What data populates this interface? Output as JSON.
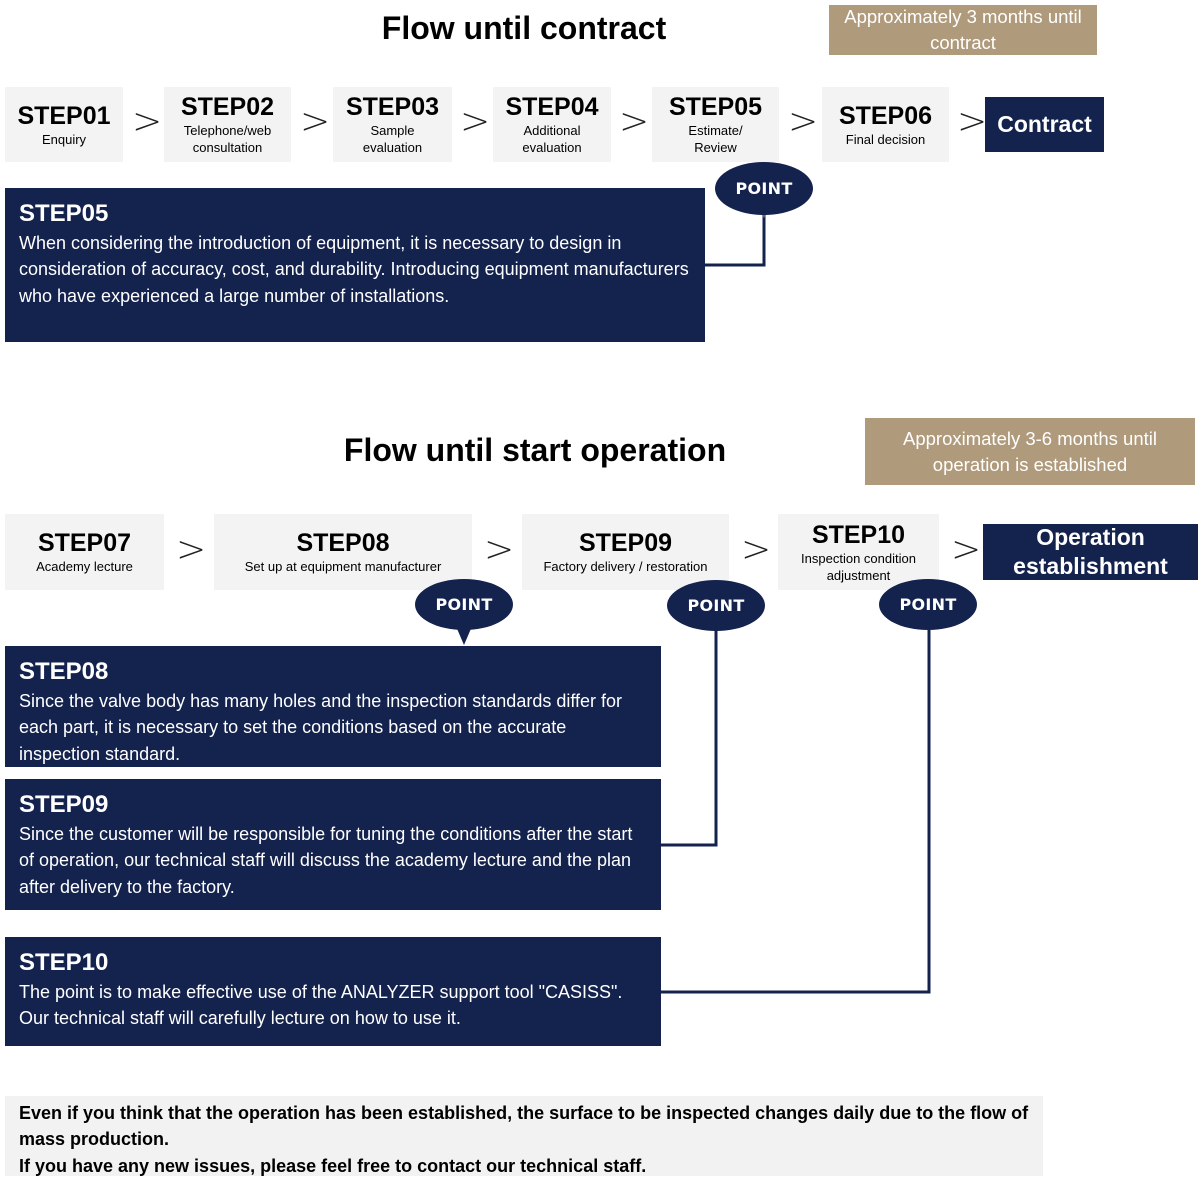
{
  "contract_flow": {
    "title": "Flow until contract",
    "duration": "Approximately 3 months until contract",
    "steps": [
      {
        "title": "STEP01",
        "subtitle": "Enquiry"
      },
      {
        "title": "STEP02",
        "subtitle": "Telephone/web consultation"
      },
      {
        "title": "STEP03",
        "subtitle": "Sample evaluation"
      },
      {
        "title": "STEP04",
        "subtitle": "Additional evaluation"
      },
      {
        "title": "STEP05",
        "subtitle": "Estimate/ Review"
      },
      {
        "title": "STEP06",
        "subtitle": "Final decision"
      }
    ],
    "arrow": ">",
    "end_label": "Contract",
    "point_label": "POINT",
    "detail": {
      "title": "STEP05",
      "text": "When considering the introduction of equipment, it is necessary to design in consideration of accuracy, cost, and durability. Introducing equipment manufacturers who have experienced a large number of installations."
    }
  },
  "operation_flow": {
    "title": "Flow until start operation",
    "duration": "Approximately 3-6 months until operation is established",
    "steps": [
      {
        "title": "STEP07",
        "subtitle": "Academy lecture"
      },
      {
        "title": "STEP08",
        "subtitle": "Set up at equipment manufacturer"
      },
      {
        "title": "STEP09",
        "subtitle": "Factory delivery / restoration"
      },
      {
        "title": "STEP10",
        "subtitle": "Inspection condition adjustment"
      }
    ],
    "arrow": ">",
    "end_label": "Operation establishment",
    "point_label": "POINT",
    "details": [
      {
        "title": "STEP08",
        "text": "Since the valve body has many holes and the inspection standards differ for each part, it is necessary to set the conditions based on the accurate inspection standard."
      },
      {
        "title": "STEP09",
        "text": "Since the customer will be responsible for tuning the conditions after the start of operation, our technical staff will discuss the academy lecture and the plan after delivery to the factory."
      },
      {
        "title": "STEP10",
        "text": "The point is to make effective use of the ANALYZER support tool \"CASISS\". Our technical staff will carefully lecture on how to use it."
      }
    ]
  },
  "note": {
    "line1": "Even if you think that the operation has been established, the surface to be inspected changes daily due to the flow of mass production.",
    "line2": "If you have any new issues, please feel free to contact our technical staff."
  },
  "colors": {
    "navy": "#14224e",
    "tan": "#b09a7c",
    "step_bg": "#f3f3f3"
  }
}
